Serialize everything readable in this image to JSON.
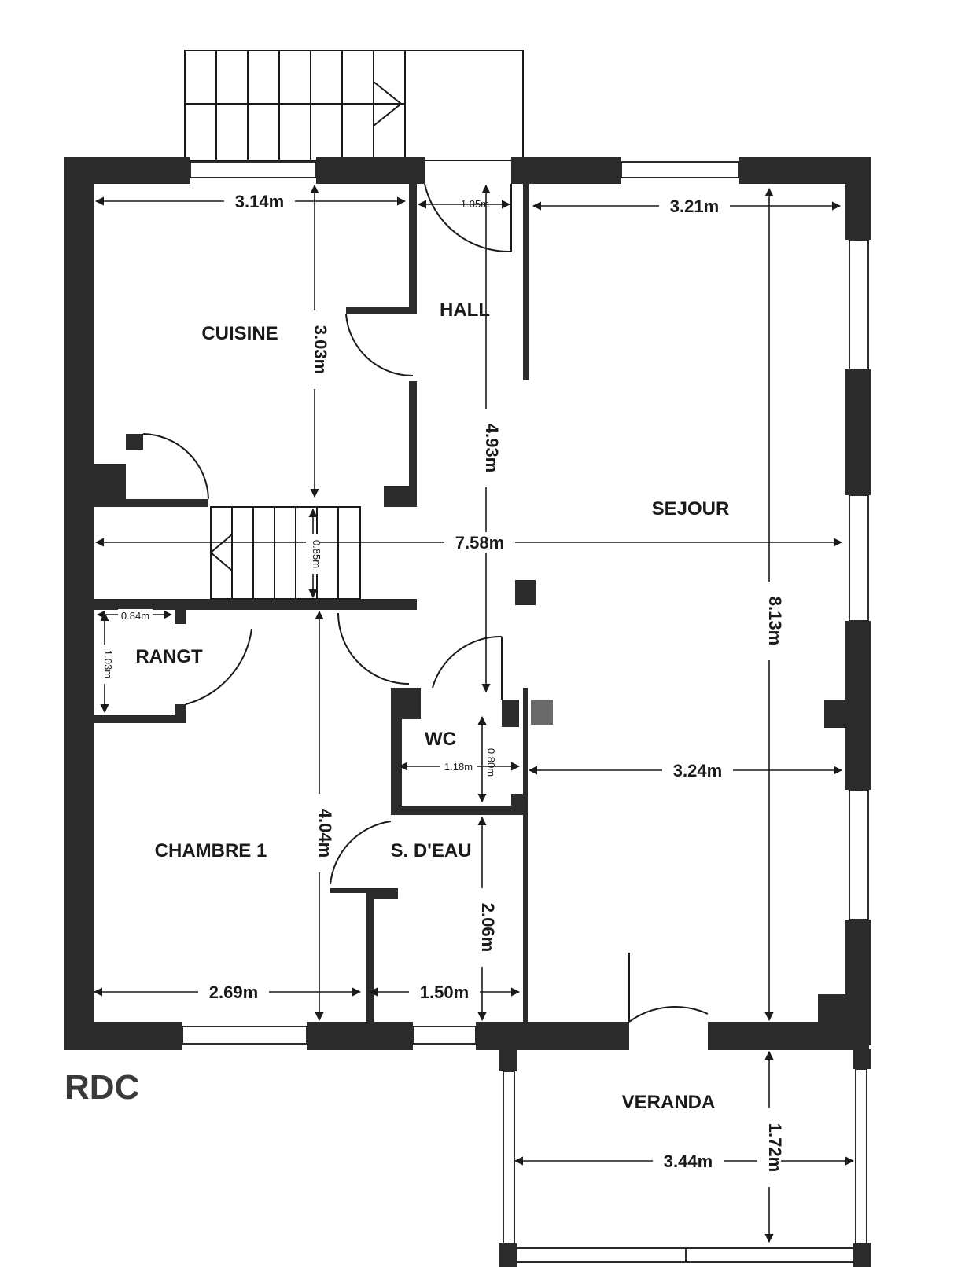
{
  "plan": {
    "level_label": "RDC",
    "rooms": {
      "cuisine": "CUISINE",
      "hall": "HALL",
      "sejour": "SEJOUR",
      "rangt": "RANGT",
      "wc": "WC",
      "chambre1": "CHAMBRE 1",
      "sdeau": "S. D'EAU",
      "veranda": "VERANDA"
    },
    "dimensions": {
      "cuisine_width": "3.14m",
      "cuisine_depth": "3.03m",
      "hall_door": "1.05m",
      "sejour_top_width": "3.21m",
      "hall_length": "4.93m",
      "total_width": "7.58m",
      "stair_width": "0.85m",
      "sejour_depth": "8.13m",
      "rangt_width": "0.84m",
      "rangt_depth": "1.03m",
      "wc_width": "1.18m",
      "wc_depth": "0.80m",
      "sejour_mid_width": "3.24m",
      "chambre_depth": "4.04m",
      "sdeau_depth": "2.06m",
      "chambre_width": "2.69m",
      "sdeau_width": "1.50m",
      "veranda_depth": "1.72m",
      "veranda_width": "3.44m"
    }
  }
}
